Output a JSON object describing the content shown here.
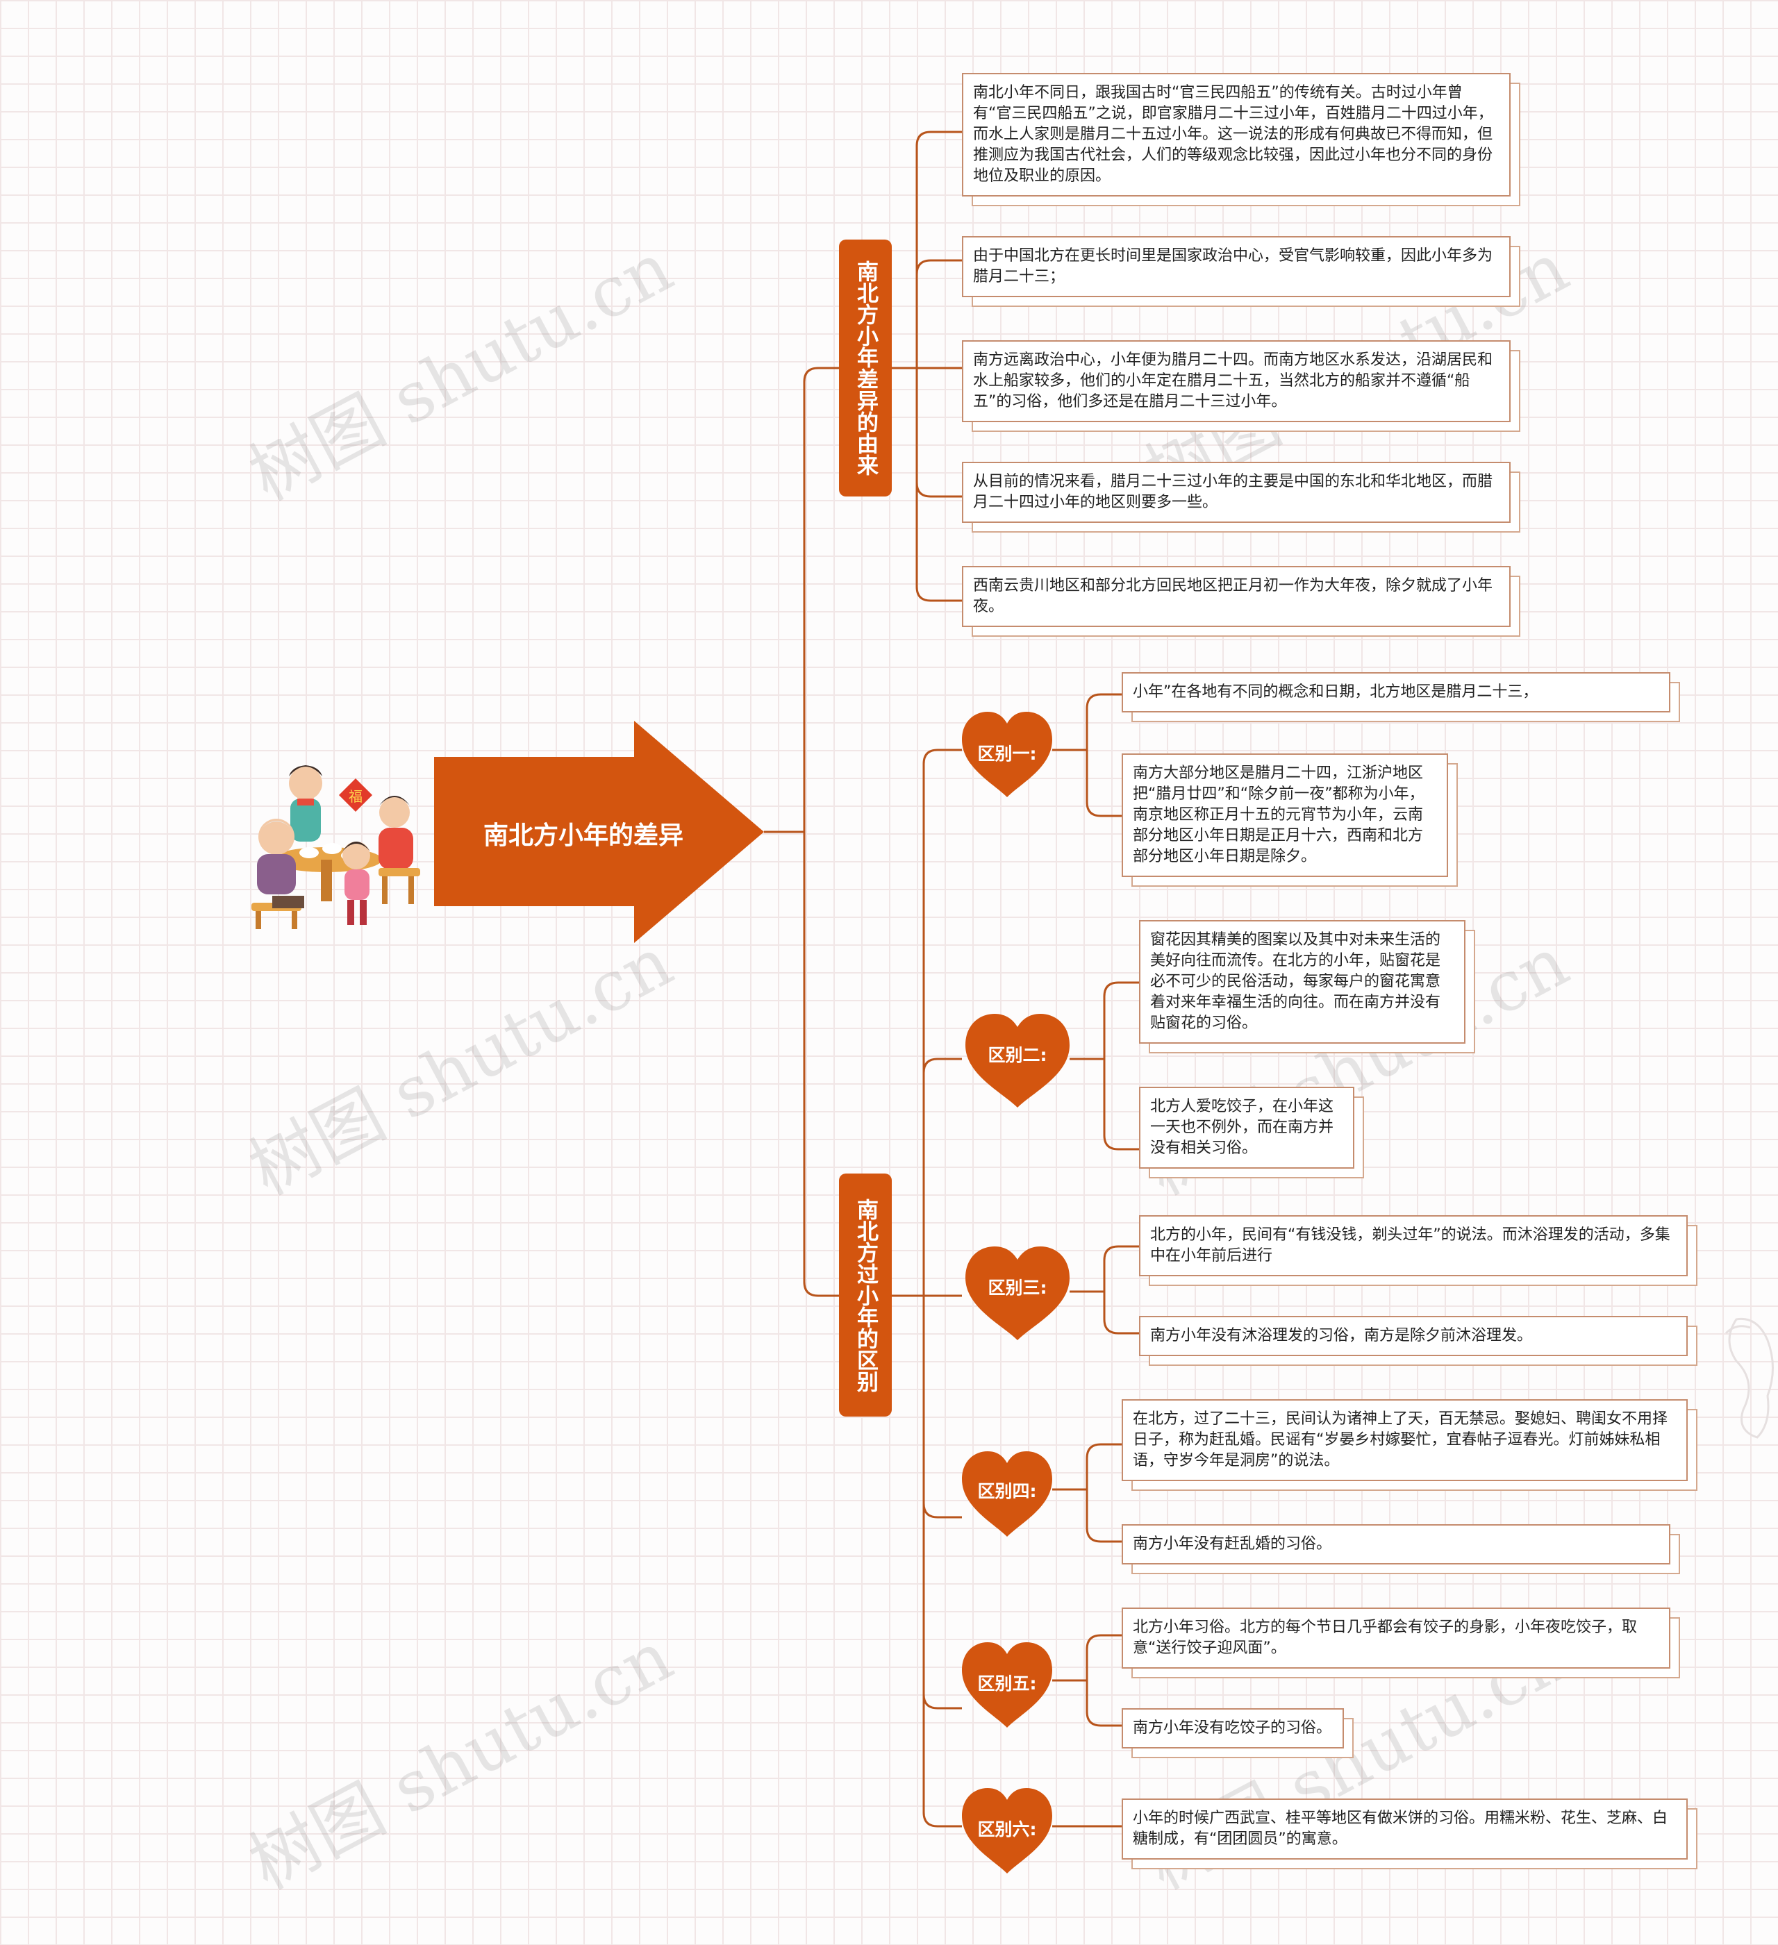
{
  "title": "南北方小年的差异",
  "watermark": "树图 shutu.cn",
  "colors": {
    "accent": "#d3550f",
    "line": "#b8541b",
    "box_border": "#c58c6e"
  },
  "branches": [
    {
      "label": "南北方小年差异的由来",
      "items": [
        "南北小年不同日，跟我国古时“官三民四船五”的传统有关。古时过小年曾有“官三民四船五”之说，即官家腊月二十三过小年，百姓腊月二十四过小年，而水上人家则是腊月二十五过小年。这一说法的形成有何典故已不得而知，但推测应为我国古代社会，人们的等级观念比较强，因此过小年也分不同的身份地位及职业的原因。",
        "由于中国北方在更长时间里是国家政治中心，受官气影响较重，因此小年多为腊月二十三；",
        "南方远离政治中心，小年便为腊月二十四。而南方地区水系发达，沿湖居民和水上船家较多，他们的小年定在腊月二十五，当然北方的船家并不遵循“船五”的习俗，他们多还是在腊月二十三过小年。",
        "从目前的情况来看，腊月二十三过小年的主要是中国的东北和华北地区，而腊月二十四过小年的地区则要多一些。",
        "西南云贵川地区和部分北方回民地区把正月初一作为大年夜，除夕就成了小年夜。"
      ]
    },
    {
      "label": "南北方过小年的区别",
      "groups": [
        {
          "label": "区别一:",
          "items": [
            "小年”在各地有不同的概念和日期，北方地区是腊月二十三，",
            "南方大部分地区是腊月二十四，江浙沪地区把“腊月廿四”和“除夕前一夜”都称为小年，南京地区称正月十五的元宵节为小年，云南部分地区小年日期是正月十六，西南和北方部分地区小年日期是除夕。"
          ]
        },
        {
          "label": "区别二:",
          "items": [
            "窗花因其精美的图案以及其中对未来生活的美好向往而流传。在北方的小年，贴窗花是必不可少的民俗活动，每家每户的窗花寓意着对来年幸福生活的向往。而在南方并没有贴窗花的习俗。",
            "北方人爱吃饺子，在小年这一天也不例外，而在南方并没有相关习俗。"
          ]
        },
        {
          "label": "区别三:",
          "items": [
            "北方的小年，民间有“有钱没钱，剃头过年”的说法。而沐浴理发的活动，多集中在小年前后进行",
            "南方小年没有沐浴理发的习俗，南方是除夕前沐浴理发。"
          ]
        },
        {
          "label": "区别四:",
          "items": [
            "在北方，过了二十三，民间认为诸神上了天，百无禁忌。娶媳妇、聘闺女不用择日子，称为赶乱婚。民谣有“岁晏乡村嫁娶忙，宜春帖子逗春光。灯前姊妹私相语，守岁今年是洞房”的说法。",
            "南方小年没有赶乱婚的习俗。"
          ]
        },
        {
          "label": "区别五:",
          "items": [
            "北方小年习俗。北方的每个节日几乎都会有饺子的身影，小年夜吃饺子，取意“送行饺子迎风面”。",
            "南方小年没有吃饺子的习俗。"
          ]
        },
        {
          "label": "区别六:",
          "items": [
            "小年的时候广西武宣、桂平等地区有做米饼的习俗。用糯米粉、花生、芝麻、白糖制成，有“团团圆员”的寓意。"
          ]
        }
      ]
    }
  ]
}
